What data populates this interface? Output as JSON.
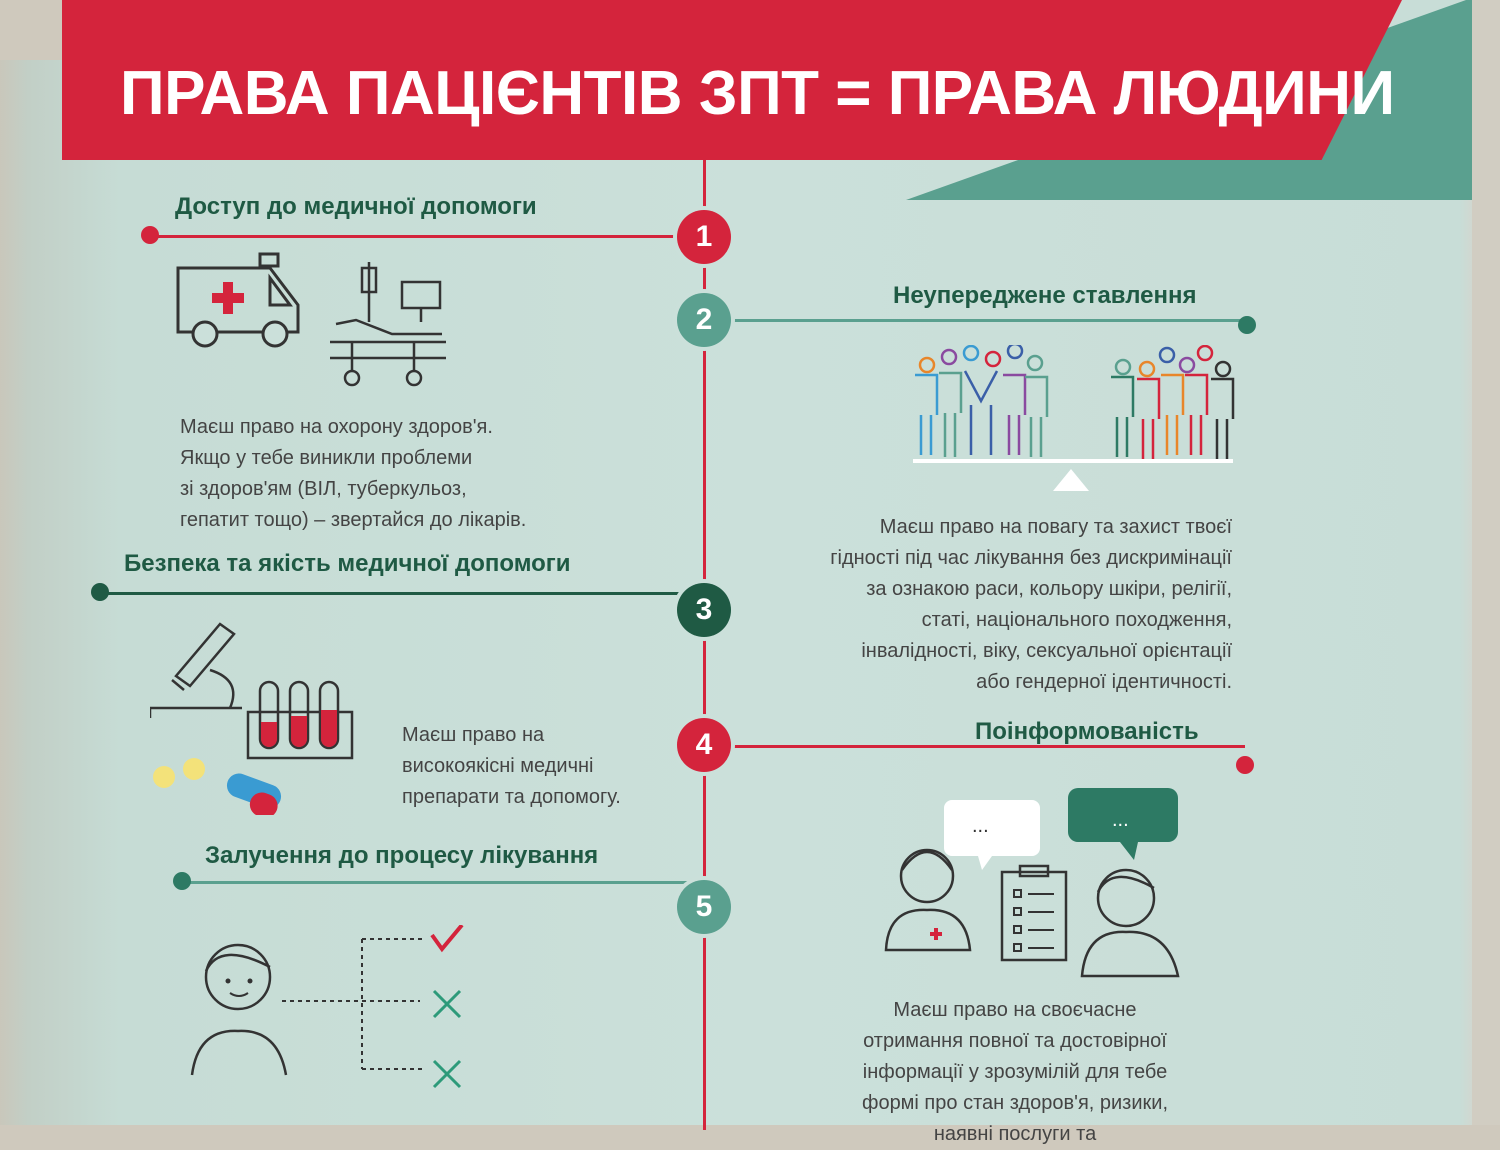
{
  "poster": {
    "title": "ПРАВА ПАЦІЄНТІВ ЗПТ = ПРАВА ЛЮДИНИ",
    "colors": {
      "red": "#d4243c",
      "green_dark": "#1f5a44",
      "teal": "#5aa08f",
      "background": "#cbe0da"
    },
    "sections": [
      {
        "number": "1",
        "heading": "Доступ до медичної допомоги",
        "text": "Маєш право на охорону здоров'я.\nЯкщо у тебе виникли проблеми\nзі здоров'ям (ВІЛ, туберкульоз,\nгепатит тощо) – звертайся до лікарів.",
        "icons": [
          "ambulance-icon",
          "hospital-bed-icon"
        ]
      },
      {
        "number": "2",
        "heading": "Неупереджене ставлення",
        "text": "Маєш право на повагу та захист твоєї\nгідності під час лікування без дискримінації\nза ознакою раси, кольору шкіри, релігії,\nстаті, національного походження,\nінвалідності, віку, сексуальної орієнтації\nабо гендерної ідентичності.",
        "icons": [
          "people-balance-icon"
        ]
      },
      {
        "number": "3",
        "heading": "Безпека та якість медичної допомоги",
        "text": "Маєш право на\nвисокоякісні медичні\nпрепарати та допомогу.",
        "icons": [
          "microscope-icon",
          "test-tubes-icon",
          "pills-icon"
        ]
      },
      {
        "number": "4",
        "heading": "Поінформованість",
        "text": "Маєш право на своєчасне\nотримання повної та достовірної\nінформації у зрозумілій для тебе\nформі про стан здоров'я, ризики,\nнаявні послуги та",
        "icons": [
          "doctor-patient-dialog-icon"
        ]
      },
      {
        "number": "5",
        "heading": "Залучення до процесу лікування",
        "text": "",
        "icons": [
          "patient-choice-icon"
        ]
      }
    ]
  }
}
